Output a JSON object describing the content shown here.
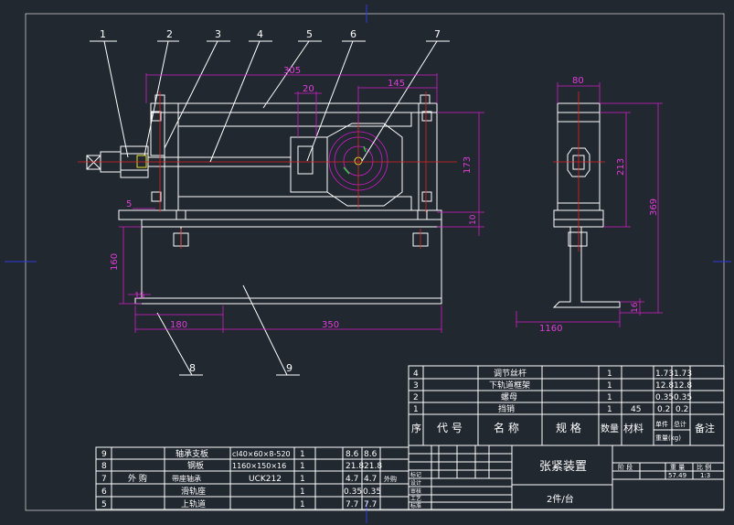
{
  "balloons": [
    "1",
    "2",
    "3",
    "4",
    "5",
    "6",
    "7",
    "8",
    "9"
  ],
  "dims": {
    "d305": "305",
    "d20": "20",
    "d145": "145",
    "d173": "173",
    "d10": "10",
    "d5": "5",
    "d160": "160",
    "d15": "15",
    "d180": "180",
    "d350": "350",
    "d80": "80",
    "d213": "213",
    "d369": "369",
    "d16": "16",
    "d1160": "1160"
  },
  "bom_top": [
    {
      "no": "4",
      "name": "调节丝杆",
      "qty": "1",
      "unit": "1.73",
      "total": "1.73"
    },
    {
      "no": "3",
      "name": "下轨道框架",
      "qty": "1",
      "unit": "12.8",
      "total": "12.8"
    },
    {
      "no": "2",
      "name": "螺母",
      "qty": "1",
      "unit": "0.35",
      "total": "0.35"
    },
    {
      "no": "1",
      "name": "挡销",
      "qty": "1",
      "mat": "45",
      "unit": "0.2",
      "total": "0.2"
    }
  ],
  "bom_header": {
    "seq": "序",
    "code": "代 号",
    "name": "名 称",
    "spec": "规 格",
    "qty": "数量",
    "mat": "材料",
    "w_unit": "单件",
    "w_total": "总计",
    "weight": "重量(kg)",
    "remark": "备注"
  },
  "bom_bottom": [
    {
      "no": "9",
      "name": "轴承支板",
      "spec": "cl40×60×8-520",
      "qty": "1",
      "unit": "8.6",
      "total": "8.6"
    },
    {
      "no": "8",
      "name": "钢板",
      "spec": "1160×150×16",
      "qty": "1",
      "unit": "21.8",
      "total": "21.8"
    },
    {
      "no": "7",
      "code": "外 购",
      "name": "带座轴承",
      "spec": "UCK212",
      "qty": "1",
      "unit": "4.7",
      "total": "4.7",
      "remark": "外购"
    },
    {
      "no": "6",
      "name": "滑轨座",
      "qty": "1",
      "unit": "0.35",
      "total": "0.35"
    },
    {
      "no": "5",
      "name": "上轨道",
      "qty": "1",
      "unit": "7.7",
      "total": "7.7"
    }
  ],
  "title_block": {
    "title": "张紧装置",
    "subtitle": "2件/台",
    "labels": {
      "stage": "阶 段",
      "weight": "重 量",
      "scale": "比 例"
    },
    "weight_value": "57.49",
    "scale_value": "1:3",
    "sign_rows": [
      "标记",
      "设计",
      "审核",
      "工艺",
      "标准",
      "批准"
    ]
  },
  "colors": {
    "background": "#212830",
    "lines": "#ffffff",
    "dimension": "#d21cc8",
    "center": "#e02222",
    "border_marker": "#2e3ad8",
    "highlight": "#e8e030",
    "keyway": "#2ed13c"
  }
}
